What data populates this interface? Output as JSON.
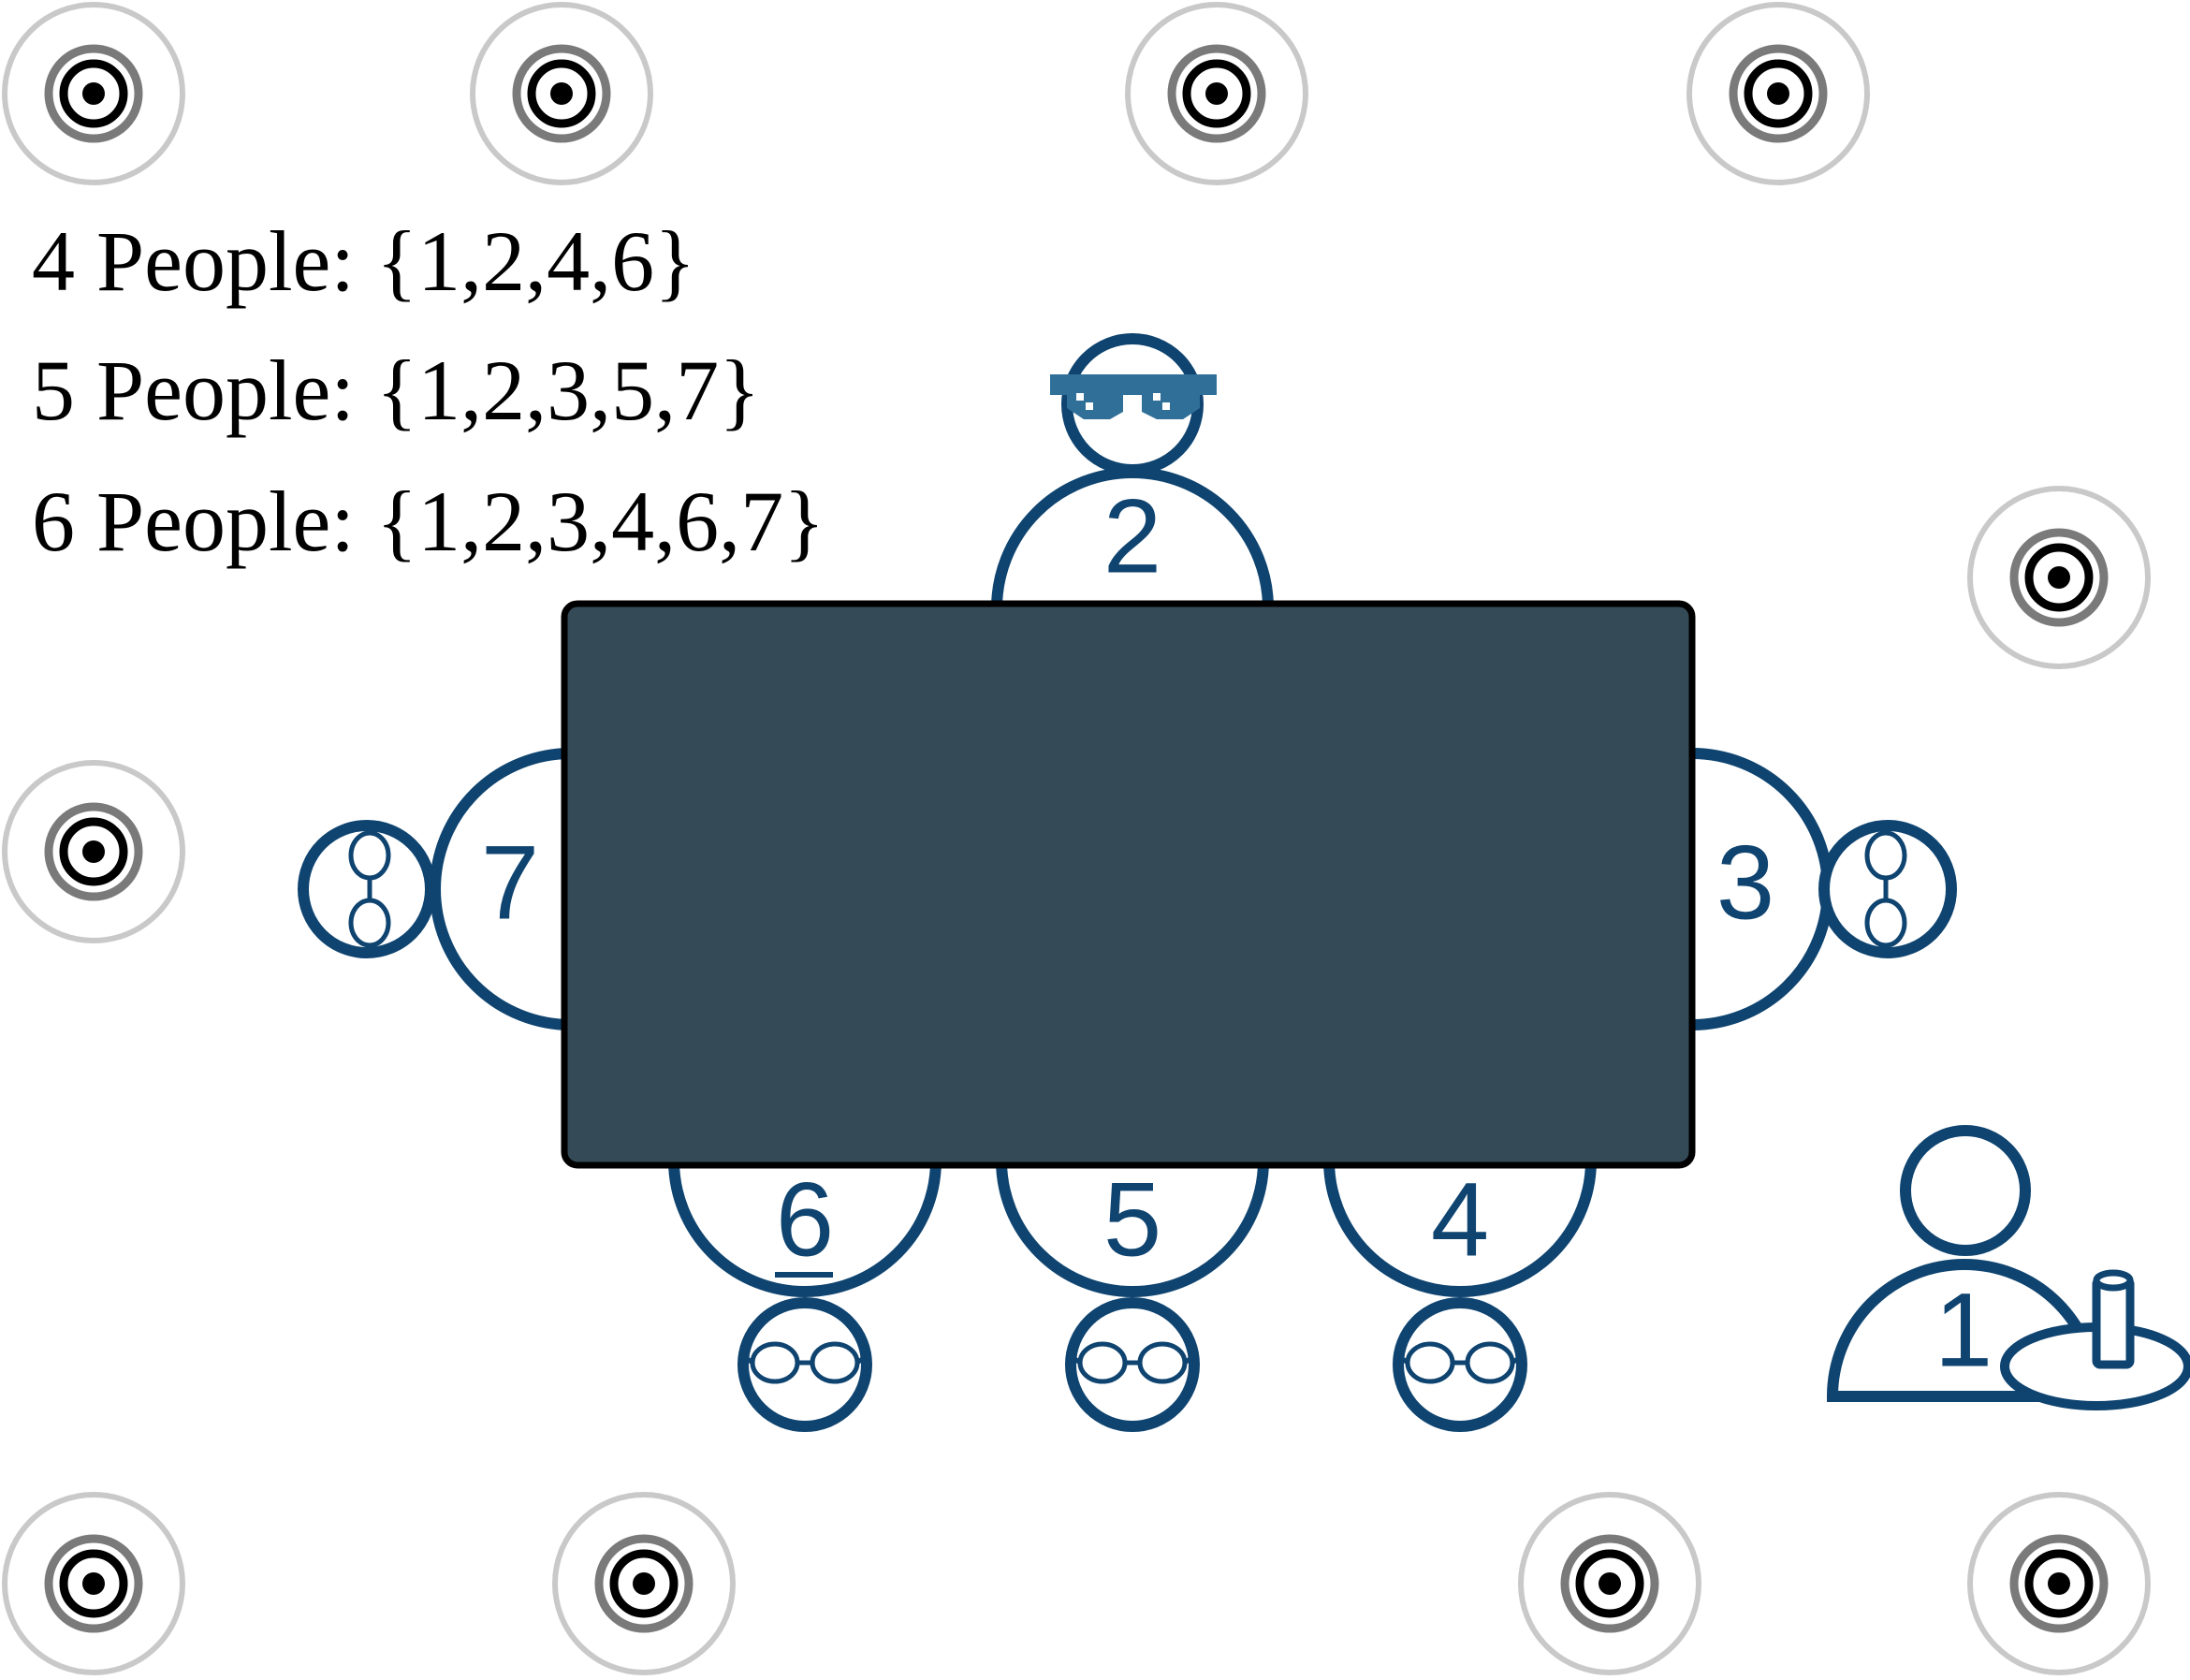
{
  "legend": {
    "line_4": "4 People: {1,2,4,6}",
    "line_5": "5 People: {1,2,3,5,7}",
    "line_6": "6 People: {1,2,3,4,6,7}"
  },
  "seats": {
    "s1": "1",
    "s2": "2",
    "s3": "3",
    "s4": "4",
    "s5": "5",
    "s6": "6",
    "s7": "7"
  },
  "colors": {
    "seat_outline": "#0f4470",
    "table_fill": "#354a57",
    "table_border": "#000000",
    "sunglasses": "#2f6f98",
    "marker_outer": "#c9c9c9",
    "marker_mid": "#7a7a7a",
    "marker_inner": "#000000"
  },
  "icons": {
    "seat_2_eyewear": "sunglasses-icon",
    "other_eyewear": "glasses-icon",
    "waiter_tray": "tray-with-cup-icon",
    "markers": "target-marker-icon"
  }
}
